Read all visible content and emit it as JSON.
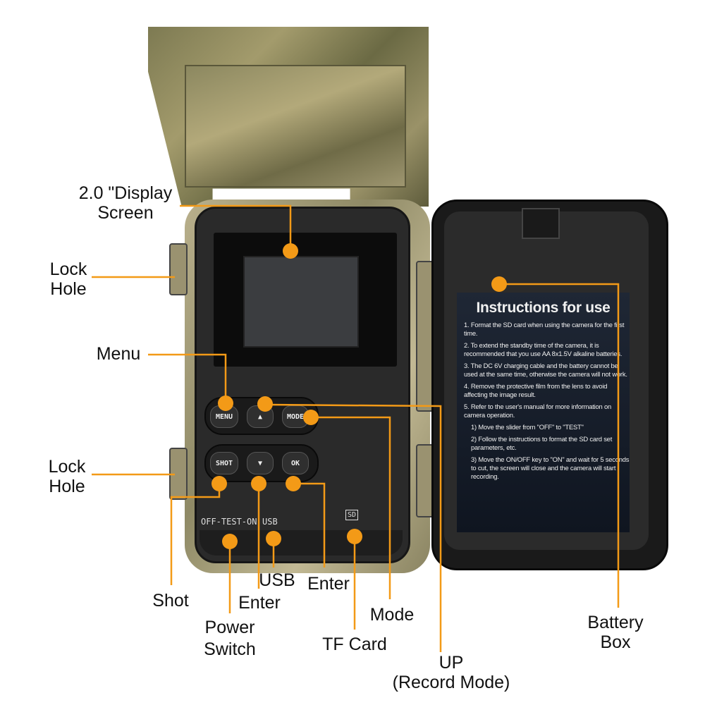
{
  "labels": {
    "display": [
      "2.0 \"Display",
      "Screen"
    ],
    "lock_hole_top": [
      "Lock",
      "Hole"
    ],
    "menu": "Menu",
    "lock_hole_bottom": [
      "Lock",
      "Hole"
    ],
    "shot": "Shot",
    "power_switch": [
      "Power",
      "Switch"
    ],
    "usb": "USB",
    "enter_down": "Enter",
    "enter_ok": "Enter",
    "tf_card": "TF Card",
    "mode": "Mode",
    "up": [
      "UP",
      "(Record Mode)"
    ],
    "battery_box": [
      "Battery",
      "Box"
    ]
  },
  "buttons": {
    "menu": "MENU",
    "up": "▲",
    "mode": "MODE",
    "shot": "SHOT",
    "down": "▼",
    "ok": "OK"
  },
  "silkscreen": {
    "power": "OFF-TEST-ON",
    "usb": "USB",
    "sd": "SD"
  },
  "instructions": {
    "title": "Instructions for use",
    "items": [
      "1. Format the SD card when using the camera for the first time.",
      "2. To extend the standby time of the camera, it is recommended that you use AA 8x1.5V alkaline batteries.",
      "3. The DC 6V charging cable and the battery cannot be used at the same time, otherwise the camera will not work.",
      "4. Remove the protective film from the lens to avoid affecting the image result.",
      "5. Refer to the user's manual for more information on camera operation."
    ],
    "subitems": [
      "1) Move the slider from \"OFF\" to \"TEST\"",
      "2) Follow the instructions to format the SD card set parameters, etc.",
      "3) Move the ON/OFF key to \"ON\" and wait for 5 seconds to cut, the screen will close and the camera will start recording."
    ]
  },
  "colors": {
    "accent": "#f39a17",
    "panel": "#2a2a2a",
    "camo": "#8f8a66"
  }
}
